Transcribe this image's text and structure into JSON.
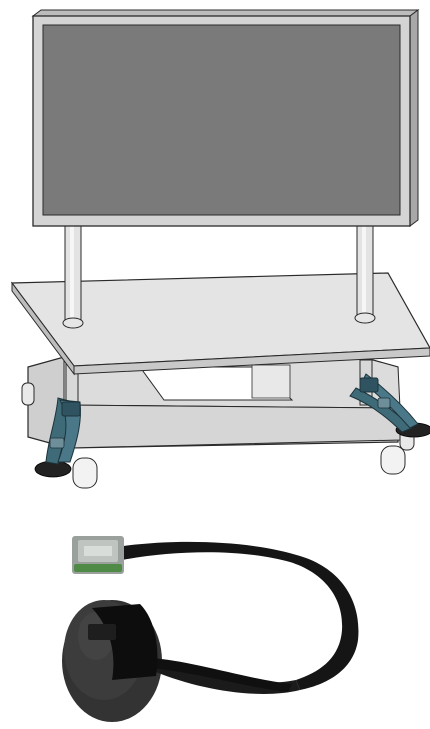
{
  "figure": {
    "type": "product-illustration",
    "parts": [
      "display-monitor",
      "stand-pillars",
      "top-shelf",
      "bottom-base",
      "casters",
      "safety-straps",
      "strap-anchor-photo"
    ]
  },
  "colors": {
    "monitor_frame": "#d4d4d4",
    "screen": "#7a7a7a",
    "shelf": "#e4e4e4",
    "base": "#cfcfcf",
    "outline": "#2a2a2a",
    "strap_teal": "#3f6a78",
    "strap_black": "#151515",
    "anchor_disc": "#333333",
    "buckle_metal": "#bfc4c0",
    "buckle_green": "#4f8b46"
  }
}
